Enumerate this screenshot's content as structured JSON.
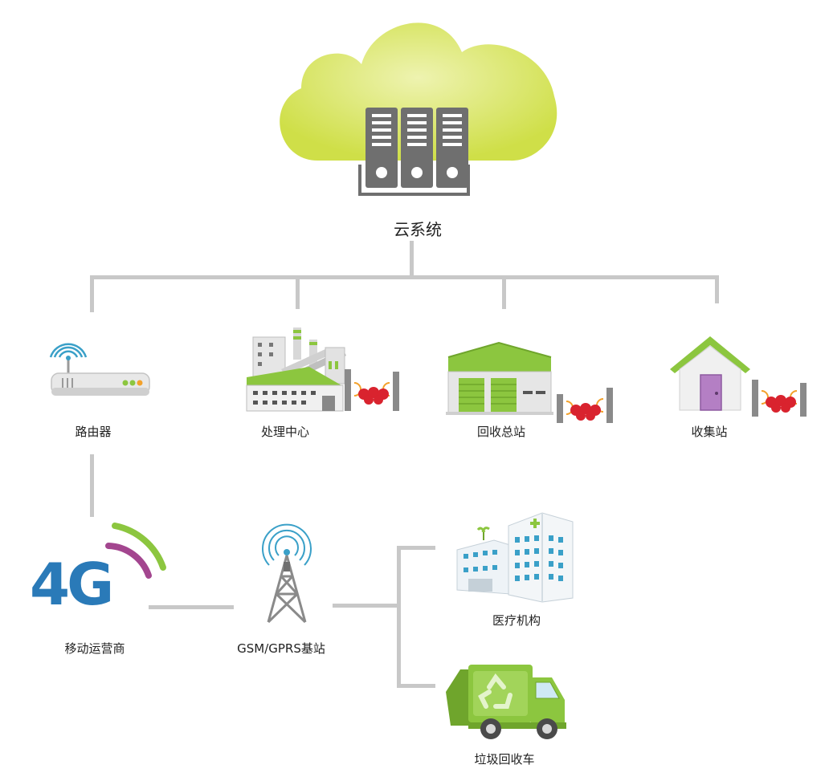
{
  "cloud": {
    "label": "云系统"
  },
  "stations": [
    {
      "id": "router",
      "label": "路由器",
      "icon": "router-icon"
    },
    {
      "id": "processing",
      "label": "处理中心",
      "icon": "factory-icon"
    },
    {
      "id": "recycle-hub",
      "label": "回收总站",
      "icon": "warehouse-icon"
    },
    {
      "id": "collection",
      "label": "收集站",
      "icon": "house-icon"
    }
  ],
  "network": {
    "carrier": {
      "label": "移动运营商",
      "icon": "4g-icon",
      "icon_text": "4G"
    },
    "base_station": {
      "label": "GSM/GPRS基站",
      "icon": "tower-icon"
    },
    "hospital": {
      "label": "医疗机构",
      "icon": "hospital-icon"
    },
    "truck": {
      "label": "垃圾回收车",
      "icon": "garbage-truck-icon"
    }
  },
  "colors": {
    "line": "#c8c8c8",
    "cloud": "#d4e35a",
    "server": "#6f6f6f",
    "green": "#8cc63f",
    "blue_4g": "#2a7ab8",
    "purple": "#a3468f",
    "bag_red": "#d9232e",
    "tower_blue": "#3aa0c8"
  }
}
